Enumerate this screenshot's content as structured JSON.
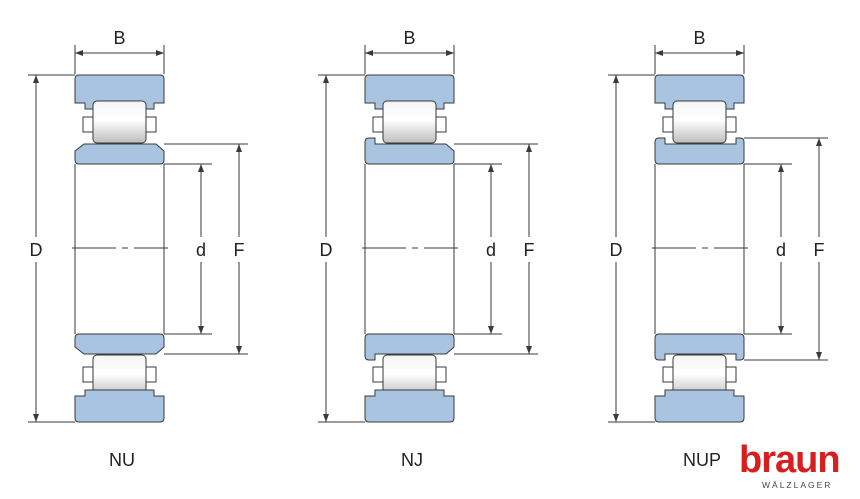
{
  "labels": {
    "width": "B",
    "outer_diameter": "D",
    "bore": "d",
    "raceway_diameter": "F"
  },
  "bearings": [
    {
      "type": "NU"
    },
    {
      "type": "NJ"
    },
    {
      "type": "NUP"
    }
  ],
  "brand": {
    "name": "braun",
    "subtitle": "WÄLZLAGER"
  },
  "colors": {
    "ring_fill": "#a9c4e0",
    "outline": "#3a3a3a",
    "brand_red": "#d81e1e"
  }
}
